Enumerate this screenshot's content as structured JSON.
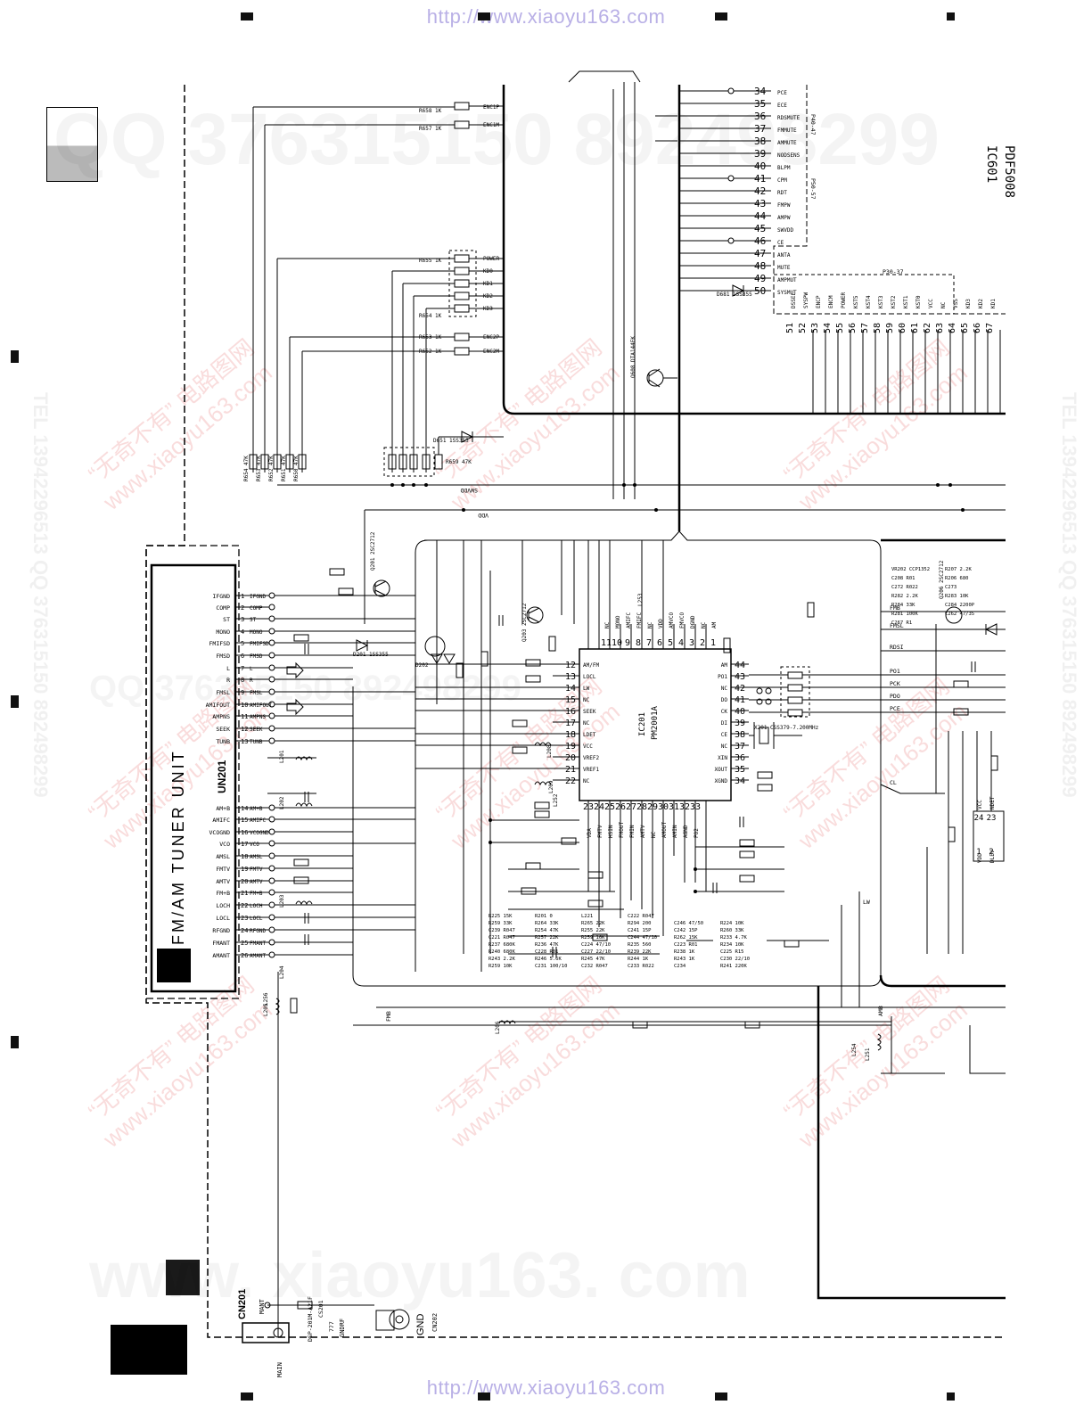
{
  "header": {
    "url": "http://www.xiaoyu163.com"
  },
  "footer": {
    "url": "http://www.xiaoyu163.com"
  },
  "watermarks": {
    "qq": "QQ 376315150   892498299",
    "site": "www. xiaoyu163. com",
    "slogan": "“无奇不有” 电路图网",
    "site_small": "www.xiaoyu163.com",
    "tel": "TEL 13942296513   QQ 376315150   892498299"
  },
  "tuner_unit": {
    "title": "FM/AM TUNER UNIT",
    "connector": "UN201",
    "pins": [
      {
        "n": "1",
        "name": "IFGND"
      },
      {
        "n": "2",
        "name": "COMP"
      },
      {
        "n": "3",
        "name": "ST"
      },
      {
        "n": "4",
        "name": "MONO"
      },
      {
        "n": "5",
        "name": "FMIFSD"
      },
      {
        "n": "6",
        "name": "FMSD"
      },
      {
        "n": "7",
        "name": "L"
      },
      {
        "n": "8",
        "name": "R"
      },
      {
        "n": "9",
        "name": "FMSL"
      },
      {
        "n": "10",
        "name": "AMIFOUT"
      },
      {
        "n": "11",
        "name": "AMPNS"
      },
      {
        "n": "12",
        "name": "SEEK"
      },
      {
        "n": "13",
        "name": "TUNB"
      },
      {
        "n": "14",
        "name": "AM+B"
      },
      {
        "n": "15",
        "name": "AMIFC"
      },
      {
        "n": "16",
        "name": "VCOGND"
      },
      {
        "n": "17",
        "name": "VCO"
      },
      {
        "n": "18",
        "name": "AMSL"
      },
      {
        "n": "19",
        "name": "FMTV"
      },
      {
        "n": "20",
        "name": "AMTV"
      },
      {
        "n": "21",
        "name": "FM+B"
      },
      {
        "n": "22",
        "name": "LOCH"
      },
      {
        "n": "23",
        "name": "LOCL"
      },
      {
        "n": "24",
        "name": "RFGND"
      },
      {
        "n": "25",
        "name": "FMANT"
      },
      {
        "n": "26",
        "name": "AMANT"
      }
    ]
  },
  "ic201": {
    "ref": "IC201",
    "part": "PM2001A",
    "pins": [
      {
        "n": "1",
        "name": "AM"
      },
      {
        "n": "2",
        "name": "NC"
      },
      {
        "n": "3",
        "name": "DGND"
      },
      {
        "n": "4",
        "name": "FMVCO"
      },
      {
        "n": "5",
        "name": "AMVCO"
      },
      {
        "n": "6",
        "name": "VDD"
      },
      {
        "n": "7",
        "name": "NC"
      },
      {
        "n": "8",
        "name": "FMIFC"
      },
      {
        "n": "9",
        "name": "AMIFC"
      },
      {
        "n": "10",
        "name": "MONO"
      },
      {
        "n": "11",
        "name": "NC"
      },
      {
        "n": "12",
        "name": "AM/FM"
      },
      {
        "n": "13",
        "name": "LOCL"
      },
      {
        "n": "14",
        "name": "LW"
      },
      {
        "n": "15",
        "name": "NC"
      },
      {
        "n": "16",
        "name": "SEEK"
      },
      {
        "n": "17",
        "name": "NC"
      },
      {
        "n": "18",
        "name": "LDET"
      },
      {
        "n": "19",
        "name": "VCC"
      },
      {
        "n": "20",
        "name": "VREF2"
      },
      {
        "n": "21",
        "name": "VREF1"
      },
      {
        "n": "22",
        "name": "NC"
      },
      {
        "n": "23",
        "name": "VDA"
      },
      {
        "n": "24",
        "name": "FMTV"
      },
      {
        "n": "25",
        "name": "HSIN"
      },
      {
        "n": "26",
        "name": "FMOUT"
      },
      {
        "n": "27",
        "name": "FMIN"
      },
      {
        "n": "28",
        "name": "AMTV"
      },
      {
        "n": "29",
        "name": "NC"
      },
      {
        "n": "30",
        "name": "AMOUT"
      },
      {
        "n": "31",
        "name": "AMIN"
      },
      {
        "n": "32",
        "name": "AGND"
      },
      {
        "n": "33",
        "name": "PO2"
      },
      {
        "n": "34",
        "name": "XGND"
      },
      {
        "n": "35",
        "name": "XOUT"
      },
      {
        "n": "36",
        "name": "XIN"
      },
      {
        "n": "37",
        "name": "NC"
      },
      {
        "n": "38",
        "name": "CE"
      },
      {
        "n": "39",
        "name": "DI"
      },
      {
        "n": "40",
        "name": "CK"
      },
      {
        "n": "41",
        "name": "DO"
      },
      {
        "n": "42",
        "name": "NC"
      },
      {
        "n": "43",
        "name": "PO1"
      },
      {
        "n": "44",
        "name": "AM"
      }
    ]
  },
  "ic601": {
    "ref": "IC601",
    "part": "PDF5008",
    "left_pins": [
      {
        "n": "34",
        "name": "PCE"
      },
      {
        "n": "35",
        "name": "ECE"
      },
      {
        "n": "36",
        "name": "RDSMUTE"
      },
      {
        "n": "37",
        "name": "FMMUTE"
      },
      {
        "n": "38",
        "name": "AMMUTE"
      },
      {
        "n": "39",
        "name": "NODSENS"
      },
      {
        "n": "40",
        "name": "BLPM"
      },
      {
        "n": "41",
        "name": "CPM"
      },
      {
        "n": "42",
        "name": "RDT"
      },
      {
        "n": "43",
        "name": "FMPW"
      },
      {
        "n": "44",
        "name": "AMPW"
      },
      {
        "n": "45",
        "name": "SWVDD"
      },
      {
        "n": "46",
        "name": "CE"
      },
      {
        "n": "47",
        "name": "ANTA"
      },
      {
        "n": "48",
        "name": "MUTE"
      },
      {
        "n": "49",
        "name": "AMPMUT"
      },
      {
        "n": "50",
        "name": "SYSMUT"
      }
    ],
    "bottom_pins": [
      {
        "n": "51",
        "name": "DSSEL"
      },
      {
        "n": "52",
        "name": "SYSPW"
      },
      {
        "n": "53",
        "name": "ENCP"
      },
      {
        "n": "54",
        "name": "ENCM"
      },
      {
        "n": "55",
        "name": "POWER"
      },
      {
        "n": "56",
        "name": "KST5"
      },
      {
        "n": "57",
        "name": "KST4"
      },
      {
        "n": "58",
        "name": "KST3"
      },
      {
        "n": "59",
        "name": "KST2"
      },
      {
        "n": "60",
        "name": "KST1"
      },
      {
        "n": "61",
        "name": "KST0"
      },
      {
        "n": "62",
        "name": "VCC"
      },
      {
        "n": "63",
        "name": "NC"
      },
      {
        "n": "64",
        "name": "VSS"
      },
      {
        "n": "65",
        "name": "KD3"
      },
      {
        "n": "66",
        "name": "KD2"
      },
      {
        "n": "67",
        "name": "KD1"
      }
    ],
    "port_labels": [
      "P40-47",
      "P50-57",
      "P30-37"
    ]
  },
  "ic202": {
    "pins": [
      {
        "n": "24",
        "name": "VCC"
      },
      {
        "n": "23",
        "name": "NDET"
      },
      {
        "n": "1",
        "name": "VDD"
      },
      {
        "n": "2",
        "name": "DLEV"
      }
    ]
  },
  "nets": {
    "rails": [
      "SWVDD",
      "VDD",
      "AMB",
      "FMB",
      "LW",
      "CL"
    ],
    "rds": [
      "FMB",
      "FMSL",
      "RDSI",
      "PO1",
      "PCK",
      "PDO",
      "PCE"
    ],
    "left_labels": [
      "ENC1P",
      "ENC1M",
      "POWER",
      "KD0",
      "KD1",
      "KD2",
      "KD3",
      "ENC2P",
      "ENC2M"
    ]
  },
  "components": {
    "resistors_top": [
      "R658 1K",
      "R657 1K",
      "R655 1K",
      "R654 1K",
      "R653 1K",
      "R652 1K",
      "R659 47K"
    ],
    "resistor_bank": [
      "R654 47K",
      "R653 47K",
      "R652 47K",
      "R651 47K",
      "R650 47K"
    ],
    "diodes": [
      "D651 1SS355",
      "D201 1SS355",
      "D681 1SS355",
      "D202"
    ],
    "transistors": [
      "Q201 2SC2712",
      "Q203 2SC2712",
      "Q206 2SC2712",
      "Q608 DTA144EK"
    ],
    "crystal": "X201 CSS379-7.200MHz",
    "coils": [
      "L201",
      "L202",
      "L203",
      "L204",
      "L205",
      "L206",
      "L208",
      "L209",
      "L252",
      "L253",
      "L254",
      "L256",
      "L251"
    ],
    "parts_ic201": [
      "R259 10K",
      "C231 100/10",
      "C232 R047",
      "C233 R022",
      "C234",
      "R241 220K",
      "R243 2.2K",
      "R246 5.6K",
      "R245 47K",
      "R244 1K",
      "R243 1K",
      "C230 22/10",
      "R240 680K",
      "C228 R01",
      "C227 22/10",
      "R239 22K",
      "R238 1K",
      "C225 R15",
      "R237 680K",
      "R236 47K",
      "C224 47/10",
      "R235 560",
      "C223 R01",
      "R234 10K",
      "C221 R047",
      "R257 22K",
      "R259 10K",
      "C244 47/10",
      "R262 15K",
      "R233 4.7K",
      "C239 R047",
      "R254 47K",
      "R255 22K",
      "C241 15P",
      "C242 15P",
      "R260 33K",
      "R259 33K",
      "R264 33K",
      "R265 22K",
      "R294 200",
      "C246 47/50",
      "R224 10K",
      "R225 15K",
      "R201 0",
      "L221",
      "C222 R047"
    ],
    "parts_right": [
      "VR202 CCP1352",
      "R207 2.2K",
      "C208 R01",
      "R206 680",
      "C272 R022",
      "C273",
      "R282 2.2K",
      "R283 10K",
      "R284 33K",
      "C284 2200P",
      "R281 100K",
      "C262 47/35",
      "C267 R1"
    ]
  },
  "connector_cn201": {
    "ref": "CN201",
    "pins": [
      "MANT",
      "MAIN"
    ],
    "part": "DSP-201M-A21F",
    "net": "GNDRF",
    "cap": "CS201"
  },
  "connector_cn202": {
    "ref": "CN202",
    "label": "GND"
  },
  "annotations": {
    "z_val": "777"
  }
}
